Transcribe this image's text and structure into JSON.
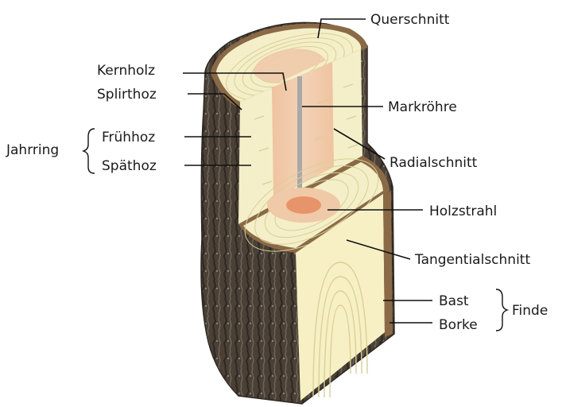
{
  "labels": {
    "querschnitt": "Querschnitt",
    "kernholz": "Kernholz",
    "splintholz": "Splirthoz",
    "markroehre": "Markröhre",
    "jahrring": "Jahrring",
    "fruehholz": "Frühhoz",
    "spaetholz": "Späthoz",
    "radialschnitt": "Radialschnitt",
    "holzstrahl": "Holzstrahl",
    "tangentialschnitt": "Tangentialschnitt",
    "bast": "Bast",
    "borke": "Borke",
    "rinde": "Finde"
  },
  "colors": {
    "bark": "#4a4036",
    "bark_dark": "#2e2823",
    "bark_light": "#8a7f72",
    "bast": "#8a6a46",
    "sapwood": "#f4efc8",
    "heartwood": "#f0c9a8",
    "pith_ring": "#e8946a",
    "pith": "#a8a8a8",
    "ring_line": "#d9cf96",
    "tangential": "#f6f0c4"
  }
}
